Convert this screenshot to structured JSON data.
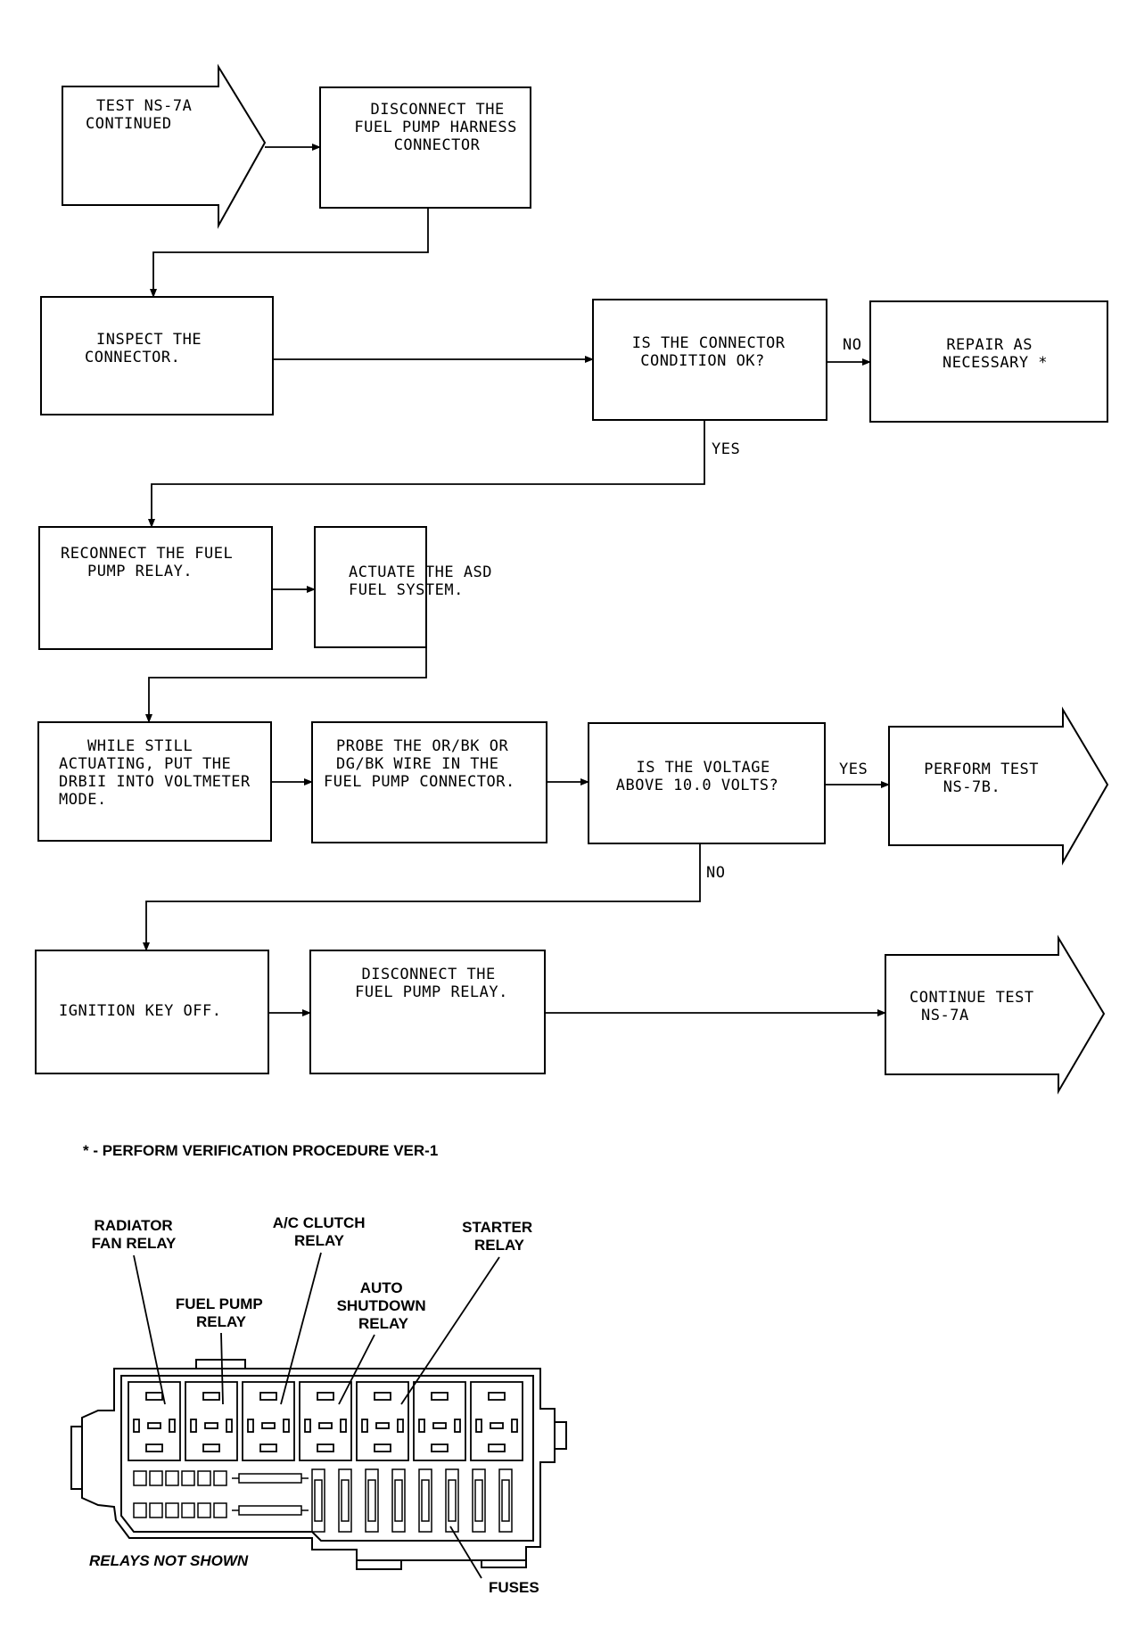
{
  "flowchart": {
    "start_arrow": {
      "lines": [
        "TEST NS-7A",
        "CONTINUED"
      ]
    },
    "disconnect_harness": {
      "lines": [
        "DISCONNECT THE",
        "FUEL PUMP HARNESS",
        "CONNECTOR"
      ]
    },
    "inspect_connector": {
      "lines": [
        "INSPECT THE",
        "CONNECTOR."
      ]
    },
    "connector_ok_decision": {
      "lines": [
        "IS THE CONNECTOR",
        "CONDITION OK?"
      ]
    },
    "repair_box": {
      "lines": [
        "REPAIR AS",
        "NECESSARY *"
      ]
    },
    "reconnect_relay": {
      "lines": [
        "RECONNECT THE FUEL",
        "PUMP RELAY."
      ]
    },
    "actuate_asd": {
      "lines": [
        "ACTUATE THE ASD",
        "FUEL SYSTEM."
      ]
    },
    "voltmeter_mode": {
      "lines": [
        "WHILE STILL",
        "ACTUATING, PUT THE",
        "DRBII INTO VOLTMETER",
        "MODE."
      ]
    },
    "probe_wire": {
      "lines": [
        "PROBE THE OR/BK OR",
        "DG/BK WIRE IN THE",
        "FUEL PUMP CONNECTOR."
      ]
    },
    "voltage_decision": {
      "lines": [
        "IS THE VOLTAGE",
        "ABOVE 10.0 VOLTS?"
      ]
    },
    "perform_ns7b": {
      "lines": [
        "PERFORM TEST",
        "NS-7B."
      ]
    },
    "ignition_off": {
      "lines": [
        "IGNITION KEY OFF."
      ]
    },
    "disconnect_relay": {
      "lines": [
        "DISCONNECT THE",
        "FUEL PUMP RELAY."
      ]
    },
    "continue_ns7a": {
      "lines": [
        "CONTINUE TEST",
        "NS-7A"
      ]
    },
    "labels": {
      "no_1": "NO",
      "yes_1": "YES",
      "yes_2": "YES",
      "no_2": "NO"
    }
  },
  "footnote": "* - PERFORM VERIFICATION PROCEDURE VER-1",
  "relay_diagram": {
    "radiator_fan": [
      "RADIATOR",
      "FAN RELAY"
    ],
    "ac_clutch": [
      "A/C CLUTCH",
      "RELAY"
    ],
    "starter": [
      "STARTER",
      "RELAY"
    ],
    "fuel_pump": [
      "FUEL PUMP",
      "RELAY"
    ],
    "auto_shutdown": [
      "AUTO",
      "SHUTDOWN",
      "RELAY"
    ],
    "relays_not_shown": "RELAYS NOT SHOWN",
    "fuses": "FUSES"
  }
}
